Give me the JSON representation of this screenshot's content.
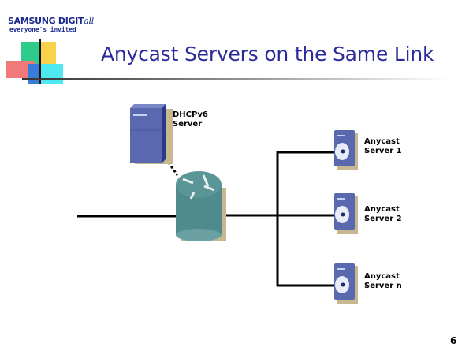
{
  "logo": {
    "brand": "SAMSUNG DIGIT",
    "brand_suffix": "all",
    "tagline": "everyone's invited"
  },
  "slide": {
    "title": "Anycast Servers on the Same Link",
    "page_number": "6"
  },
  "diagram": {
    "dhcp_server": {
      "label_line1": "DHCPv6",
      "label_line2": "Server",
      "icon": "tower-server-icon"
    },
    "router": {
      "icon": "router-icon"
    },
    "anycast_servers": [
      {
        "label_line1": "Anycast",
        "label_line2": "Server 1",
        "icon": "cd-server-icon"
      },
      {
        "label_line1": "Anycast",
        "label_line2": "Server 2",
        "icon": "cd-server-icon"
      },
      {
        "label_line1": "Anycast",
        "label_line2": "Server n",
        "icon": "cd-server-icon"
      }
    ],
    "colors": {
      "title": "#2b2b9b",
      "server_body": "#5a68b0",
      "router_body": "#4f8a8c",
      "link": "#000000"
    }
  }
}
